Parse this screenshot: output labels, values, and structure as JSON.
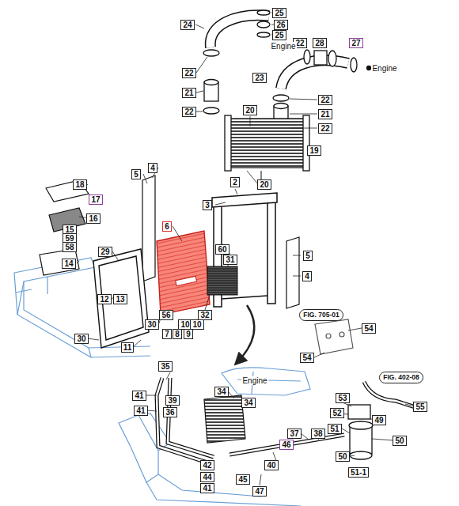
{
  "diagram": {
    "nodes": [
      {
        "text": [
          "24"
        ]
      },
      {
        "text": [
          "25"
        ]
      },
      {
        "text": [
          "26"
        ]
      },
      {
        "text": [
          "25"
        ]
      },
      {
        "text": [
          "22"
        ]
      },
      {
        "text": [
          "28"
        ]
      },
      {
        "text": [
          "27"
        ]
      },
      {
        "text": [
          "22"
        ]
      },
      {
        "text": [
          "23"
        ]
      },
      {
        "text": [
          "21"
        ]
      },
      {
        "text": [
          "22"
        ]
      },
      {
        "text": [
          "22"
        ]
      },
      {
        "text": [
          "20"
        ]
      },
      {
        "text": [
          "21"
        ]
      },
      {
        "text": [
          "22"
        ]
      },
      {
        "text": [
          "19"
        ]
      },
      {
        "text": [
          "4"
        ]
      },
      {
        "text": [
          "5"
        ]
      },
      {
        "text": [
          "2"
        ]
      },
      {
        "text": [
          "20"
        ]
      },
      {
        "text": [
          "18"
        ]
      },
      {
        "text": [
          "17"
        ]
      },
      {
        "text": [
          "3"
        ]
      },
      {
        "text": [
          "16"
        ]
      },
      {
        "text": [
          "15"
        ]
      },
      {
        "text": [
          "6"
        ]
      },
      {
        "text": [
          "59"
        ]
      },
      {
        "text": [
          "58"
        ]
      },
      {
        "text": [
          "60"
        ]
      },
      {
        "text": [
          "29"
        ]
      },
      {
        "text": [
          "5"
        ]
      },
      {
        "text": [
          "31"
        ]
      },
      {
        "text": [
          "14"
        ]
      },
      {
        "text": [
          "4"
        ]
      },
      {
        "text": [
          "12"
        ]
      },
      {
        "text": [
          "13"
        ]
      },
      {
        "text": [
          "32"
        ]
      },
      {
        "text": [
          "FIG. 705-01"
        ]
      },
      {
        "text": [
          "56"
        ]
      },
      {
        "text": [
          "30"
        ]
      },
      {
        "text": [
          "10"
        ]
      },
      {
        "text": [
          "10"
        ]
      },
      {
        "text": [
          "7"
        ]
      },
      {
        "text": [
          "8"
        ]
      },
      {
        "text": [
          "9"
        ]
      },
      {
        "text": [
          "54"
        ]
      },
      {
        "text": [
          "30"
        ]
      },
      {
        "text": [
          "11"
        ]
      },
      {
        "text": [
          "54"
        ]
      },
      {
        "text": [
          "35"
        ]
      },
      {
        "text": [
          "FIG. 402-08"
        ]
      },
      {
        "text": [
          "41"
        ]
      },
      {
        "text": [
          "39"
        ]
      },
      {
        "text": [
          "34"
        ]
      },
      {
        "text": [
          "53"
        ]
      },
      {
        "text": [
          "34"
        ]
      },
      {
        "text": [
          "41"
        ]
      },
      {
        "text": [
          "36"
        ]
      },
      {
        "text": [
          "52"
        ]
      },
      {
        "text": [
          "49"
        ]
      },
      {
        "text": [
          "55"
        ]
      },
      {
        "text": [
          "51"
        ]
      },
      {
        "text": [
          "37"
        ]
      },
      {
        "text": [
          "38"
        ]
      },
      {
        "text": [
          "50"
        ]
      },
      {
        "text": [
          "46"
        ]
      },
      {
        "text": [
          "50"
        ]
      },
      {
        "text": [
          "42"
        ]
      },
      {
        "text": [
          "40"
        ]
      },
      {
        "text": [
          "51-1"
        ]
      },
      {
        "text": [
          "44"
        ]
      },
      {
        "text": [
          "45"
        ]
      },
      {
        "text": [
          "41"
        ]
      },
      {
        "text": [
          "47"
        ]
      }
    ],
    "labels": [
      "Engine",
      "Engine",
      "Engine"
    ]
  }
}
